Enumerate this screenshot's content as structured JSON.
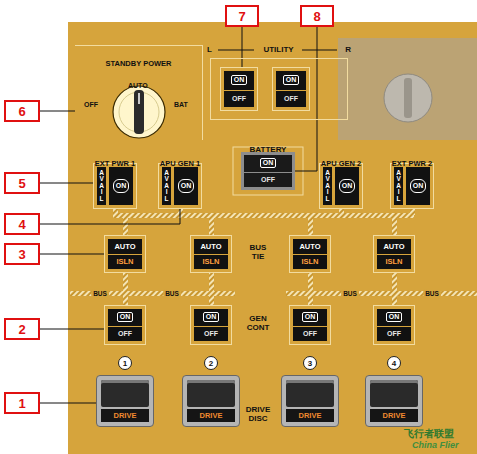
{
  "diagram": {
    "nodes": [
      {
        "text": [
          "7"
        ]
      },
      {
        "text": [
          "8"
        ]
      },
      {
        "text": [
          "L",
          "UTILITY",
          "R"
        ]
      },
      {
        "text": [
          "ON",
          "OFF"
        ],
        "in": 2
      },
      {
        "text": [
          "ON",
          "OFF"
        ],
        "in": 2
      },
      {
        "text": [
          "6"
        ]
      },
      {
        "text": [
          "STANDBY POWER",
          "OFF",
          "AUTO",
          "BAT"
        ]
      },
      {
        "text": [
          "BATTERY",
          "ON",
          "OFF"
        ]
      },
      {
        "text": [
          "5"
        ]
      },
      {
        "text": [
          "EXT PWR 1",
          "AVAIL",
          "ON"
        ]
      },
      {
        "text": [
          "APU GEN 1",
          "AVAIL",
          "ON"
        ]
      },
      {
        "text": [
          "APU GEN 2",
          "AVAIL",
          "ON"
        ]
      },
      {
        "text": [
          "EXT PWR 2",
          "AVAIL",
          "ON"
        ]
      },
      {
        "text": [
          "4"
        ]
      },
      {
        "text": [
          "3"
        ]
      },
      {
        "text": [
          "AUTO",
          "ISLN"
        ]
      },
      {
        "text": [
          "AUTO",
          "ISLN"
        ]
      },
      {
        "text": [
          "AUTO",
          "ISLN"
        ]
      },
      {
        "text": [
          "AUTO",
          "ISLN"
        ]
      },
      {
        "text": [
          "2"
        ]
      },
      {
        "text": [
          "ON",
          "OFF"
        ]
      },
      {
        "text": [
          "ON",
          "OFF"
        ]
      },
      {
        "text": [
          "ON",
          "OFF"
        ]
      },
      {
        "text": [
          "ON",
          "OFF"
        ]
      },
      {
        "text": [
          "1"
        ]
      },
      {
        "text": [
          "2"
        ]
      },
      {
        "text": [
          "3"
        ]
      },
      {
        "text": [
          "4"
        ]
      },
      {
        "text": [
          "1"
        ]
      },
      {
        "text": [
          "DRIVE"
        ]
      },
      {
        "text": [
          "DRIVE"
        ]
      },
      {
        "text": [
          "DRIVE"
        ]
      },
      {
        "text": [
          "DRIVE"
        ]
      }
    ],
    "edges": [
      {
        "from": 0,
        "to": 3,
        "arrow": "none"
      },
      {
        "from": 1,
        "to": 7,
        "arrow": "none"
      },
      {
        "from": 5,
        "to": 6,
        "arrow": "none"
      },
      {
        "from": 8,
        "to": 9,
        "arrow": "none"
      },
      {
        "from": 13,
        "to": 10,
        "arrow": "none"
      },
      {
        "from": 14,
        "to": 15,
        "arrow": "none"
      },
      {
        "from": 19,
        "to": 20,
        "arrow": "none"
      },
      {
        "from": 28,
        "to": 29,
        "arrow": "none"
      }
    ],
    "labels": [
      "BUS TIE",
      "GEN CONT",
      "DRIVE DISC",
      "BUS",
      "BUS",
      "BUS",
      "BUS",
      "飞行者联盟",
      "China Flier"
    ]
  }
}
